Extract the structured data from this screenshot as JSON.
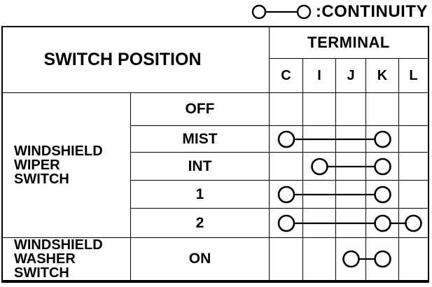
{
  "legend": {
    "symbol": "continuity-link-icon",
    "label": ":CONTINUITY"
  },
  "table": {
    "position_header": "SWITCH POSITION",
    "terminal_header": "TERMINAL",
    "terminals": [
      "C",
      "I",
      "J",
      "K",
      "L"
    ],
    "groups": [
      {
        "name_lines": [
          "WINDSHIELD",
          "WIPER",
          "SWITCH"
        ],
        "rows": [
          {
            "position": "OFF",
            "continuity": []
          },
          {
            "position": "MIST",
            "continuity": [
              "C",
              "K"
            ]
          },
          {
            "position": "INT",
            "continuity": [
              "I",
              "K"
            ]
          },
          {
            "position": "1",
            "continuity": [
              "C",
              "K"
            ]
          },
          {
            "position": "2",
            "continuity": [
              "C",
              "K",
              "L"
            ]
          }
        ]
      },
      {
        "name_lines": [
          "WINDSHIELD",
          "WASHER",
          "SWITCH"
        ],
        "rows": [
          {
            "position": "ON",
            "continuity": [
              "J",
              "K"
            ]
          }
        ]
      }
    ]
  },
  "colors": {
    "ink": "#000000",
    "background": "#ffffff"
  }
}
